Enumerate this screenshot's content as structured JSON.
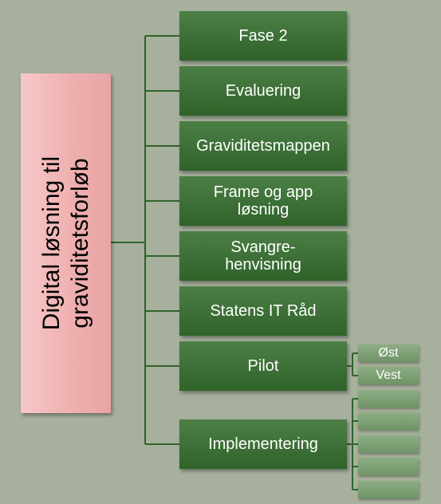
{
  "root": {
    "line1": "Digital løsning til",
    "line2": "graviditetsforløb"
  },
  "nodes": [
    {
      "label": "Fase 2"
    },
    {
      "label": "Evaluering"
    },
    {
      "label": "Graviditetsmappen"
    },
    {
      "label1": "Frame og app",
      "label2": "løsning"
    },
    {
      "label1": "Svangre-",
      "label2": "henvisning"
    },
    {
      "label": "Statens IT Råd"
    },
    {
      "label": "Pilot"
    },
    {
      "label": "Implementering"
    }
  ],
  "pilot_children": [
    "Øst",
    "Vest"
  ],
  "implementering_children": [
    "",
    "",
    "",
    "",
    ""
  ],
  "colors": {
    "background": "#a7b09c",
    "node": "#3b6e35",
    "root": "#f0b0b0",
    "sub": "#7fa077",
    "line": "#2f6329"
  }
}
